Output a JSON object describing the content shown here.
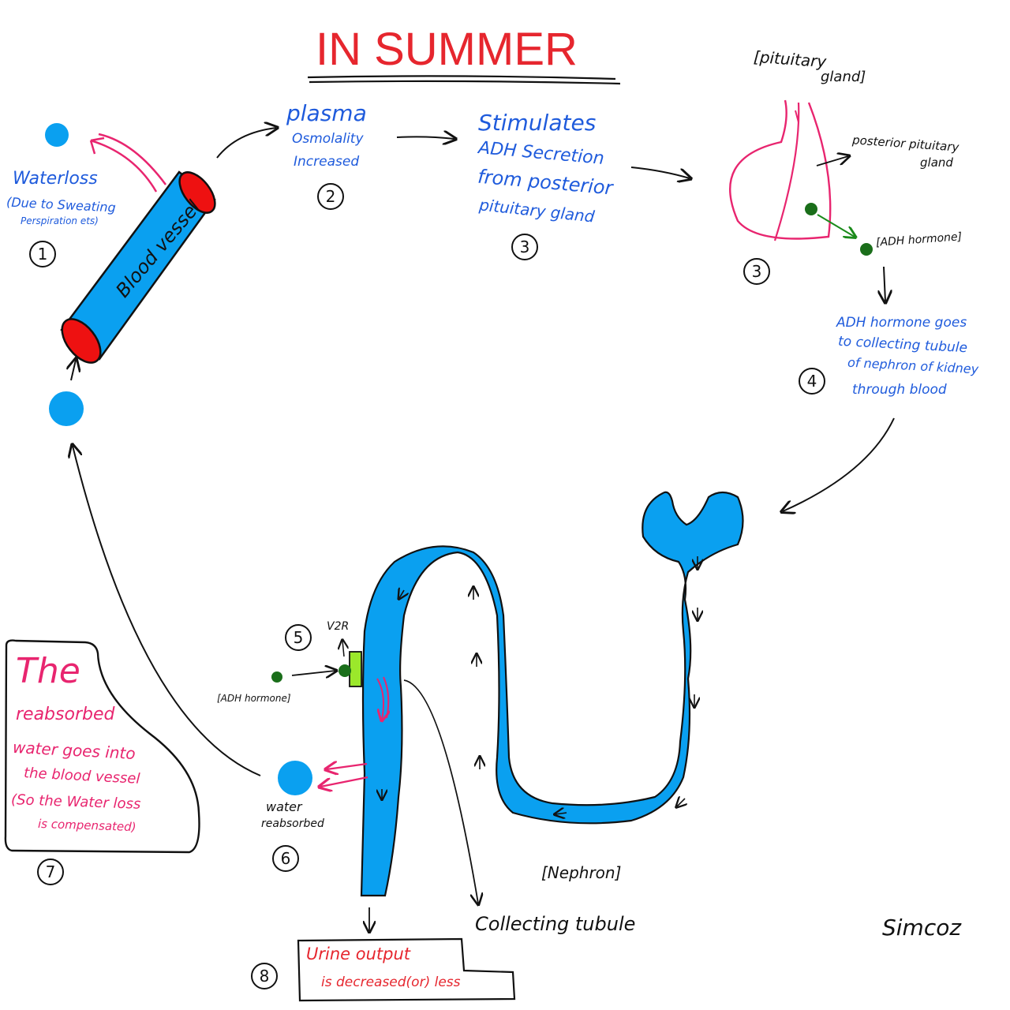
{
  "title": "IN SUMMER",
  "step1": {
    "label": "Waterloss",
    "detail_1": "(Due to Sweating",
    "detail_2": "Perspiration ets)",
    "number": "1"
  },
  "blood_vessel_label": "Blood vessel",
  "step2": {
    "line1": "plasma",
    "line2": "Osmolality",
    "line3": "Increased",
    "number": "2"
  },
  "step3_text": {
    "line1": "Stimulates",
    "line2": "ADH Secretion",
    "line3": "from posterior",
    "line4": "pituitary gland",
    "number": "3"
  },
  "pituitary": {
    "label_1": "[pituitary",
    "label_2": "gland]",
    "posterior_1": "posterior pituitary",
    "posterior_2": "gland",
    "adh_label": "[ADH hormone]",
    "number": "3"
  },
  "step4": {
    "line1": "ADH hormone goes",
    "line2": "to collecting tubule",
    "line3": "of nephron of kidney",
    "line4": "through blood",
    "number": "4"
  },
  "step5": {
    "number": "5",
    "receptor": "V2R",
    "adh_label": "[ADH hormone]"
  },
  "step6": {
    "line1": "water",
    "line2": "reabsorbed",
    "number": "6"
  },
  "step7": {
    "line1": "The",
    "line2": "reabsorbed",
    "line3": "water goes into",
    "line4": "the blood vessel",
    "line5": "(So the Water loss",
    "line6": "is compensated)",
    "number": "7"
  },
  "step8": {
    "line1": "Urine output",
    "line2": "is decreased(or) less",
    "number": "8"
  },
  "nephron_label": "[Nephron]",
  "collecting_tubule_label": "Collecting tubule",
  "signature": "Simcoz",
  "colors": {
    "title": "#e6262e",
    "water": "#0aa0f0",
    "vessel_end": "#ee1111",
    "pink": "#e8256f",
    "hormone": "#1a6e1a",
    "receptor": "#9be82b",
    "text_blue": "#1f5bdc"
  }
}
